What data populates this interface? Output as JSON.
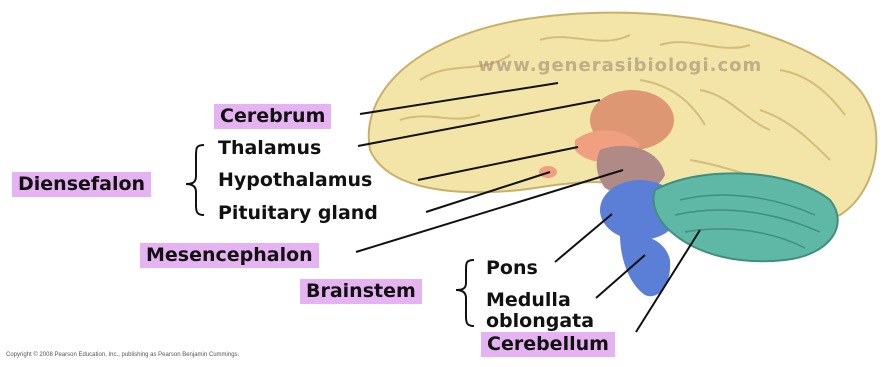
{
  "watermark": "www.generasibiologi.com",
  "labels": {
    "cerebrum": "Cerebrum",
    "thalamus": "Thalamus",
    "hypothalamus": "Hypothalamus",
    "pituitary_gland": "Pituitary gland",
    "diensefalon": "Diensefalon",
    "mesencephalon": "Mesencephalon",
    "pons": "Pons",
    "medulla_line1": "Medulla",
    "medulla_line2": "oblongata",
    "brainstem": "Brainstem",
    "cerebellum": "Cerebellum"
  },
  "copyright": "Copyright © 2008 Pearson Education, Inc., publishing as Pearson Benjamin Cummings.",
  "colors": {
    "label_highlight": "#e6b3f2",
    "cerebrum": "#f3e4a8",
    "thalamus": "#d98a6a",
    "hypothalamus": "#f0a080",
    "mesencephalon": "#b08a86",
    "pons": "#5b7fd6",
    "medulla": "#5b7fd6",
    "cerebellum": "#5fb8a6"
  }
}
